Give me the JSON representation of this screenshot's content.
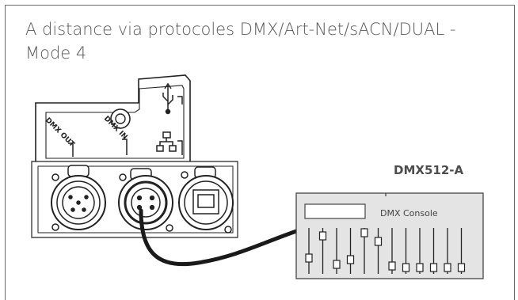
{
  "title": "A distance via protocoles DMX/Art-Net/sACN/DUAL - Mode 4",
  "device": {
    "ports": {
      "dmx_out": "DMX OUT",
      "dmx_in": "DMX IN"
    },
    "icons": [
      "usb-icon",
      "network-icon",
      "audio-jack-icon"
    ]
  },
  "protocol_label": "DMX512-A",
  "console": {
    "label": "DMX Console",
    "fader_count": 12
  },
  "colors": {
    "frame": "#6b6b6b",
    "title": "#595959",
    "console_fill": "#e4e4e4",
    "cable": "#1a1a1a"
  }
}
